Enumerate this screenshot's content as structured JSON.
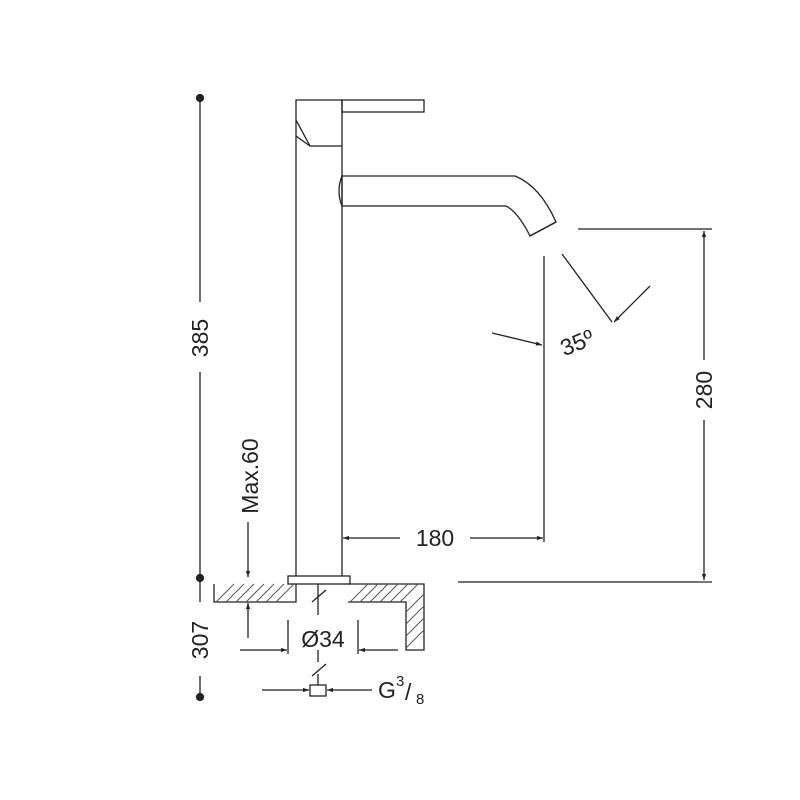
{
  "dimensions": {
    "total_height": "385",
    "max_counter_thickness": "Max.60",
    "below_counter": "307",
    "spout_reach": "180",
    "spout_height": "280",
    "spout_angle": "35º",
    "base_diameter": "Ø34",
    "connection_letter": "G",
    "connection_numerator": "3",
    "connection_slash": "/",
    "connection_denominator": "8"
  },
  "colors": {
    "line": "#222222",
    "hatch": "#555555",
    "background": "#ffffff"
  }
}
